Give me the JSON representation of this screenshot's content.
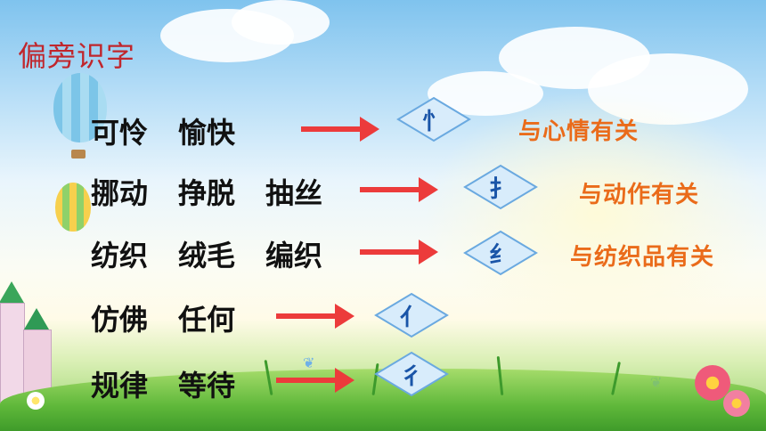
{
  "title": "偏旁识字",
  "rows": [
    {
      "words": [
        "可怜",
        "愉快"
      ],
      "radical": "忄",
      "category": "与心情有关"
    },
    {
      "words": [
        "挪动",
        "挣脱",
        "抽丝"
      ],
      "radical": "扌",
      "category": "与动作有关"
    },
    {
      "words": [
        "纺织",
        "绒毛",
        "编织"
      ],
      "radical": "纟",
      "category": "与纺织品有关"
    },
    {
      "words": [
        "仿佛",
        "任何"
      ],
      "radical": "亻",
      "category": ""
    },
    {
      "words": [
        "规律",
        "等待"
      ],
      "radical": "彳",
      "category": ""
    }
  ],
  "colors": {
    "title": "#c0262c",
    "words": "#111111",
    "arrow": "#ec3b3b",
    "radical": "#1a55a8",
    "diamond_fill": "#d8ecfb",
    "diamond_border": "#6aa9e0",
    "category": "#ea6b1a"
  },
  "icons": [
    "hot-air-balloon-icon",
    "castle-icon",
    "flower-icon",
    "butterfly-icon",
    "cloud-icon",
    "arrow-right-icon"
  ]
}
